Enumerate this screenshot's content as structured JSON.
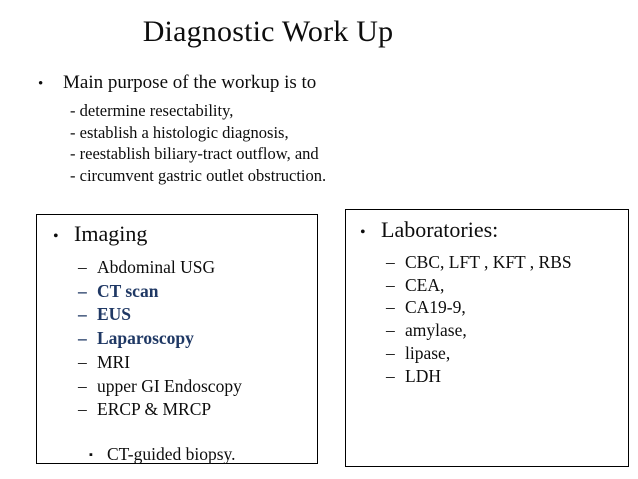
{
  "title": "Diagnostic Work Up",
  "main_point": {
    "bullet": "•",
    "text": "Main purpose of the workup is to",
    "sub_items": [
      "- determine resectability,",
      "- establish a histologic diagnosis,",
      "- reestablish biliary-tract outflow, and",
      "- circumvent gastric outlet obstruction."
    ]
  },
  "imaging_box": {
    "bullet": "•",
    "heading": "Imaging",
    "dash": "–",
    "items": [
      {
        "label": "Abdominal USG",
        "highlighted": false
      },
      {
        "label": "CT scan",
        "highlighted": true
      },
      {
        "label": "EUS",
        "highlighted": true
      },
      {
        "label": "Laparoscopy",
        "highlighted": true
      },
      {
        "label": "MRI",
        "highlighted": false
      },
      {
        "label": "upper GI Endoscopy",
        "highlighted": false
      },
      {
        "label": "ERCP & MRCP",
        "highlighted": false
      }
    ],
    "footnote": {
      "bullet": "▪",
      "text": "CT-guided biopsy."
    }
  },
  "labs_box": {
    "bullet": "•",
    "heading": "Laboratories:",
    "dash": "–",
    "items": [
      {
        "label": "CBC, LFT , KFT , RBS",
        "highlighted": false
      },
      {
        "label": "CEA,",
        "highlighted": false
      },
      {
        "label": "CA19-9,",
        "highlighted": false
      },
      {
        "label": "amylase,",
        "highlighted": false
      },
      {
        "label": "lipase,",
        "highlighted": false
      },
      {
        "label": "LDH",
        "highlighted": false
      }
    ]
  },
  "colors": {
    "highlight": "#1F3864",
    "text": "#0D0D0D",
    "background": "#FFFFFF",
    "box_border": "#000000"
  }
}
